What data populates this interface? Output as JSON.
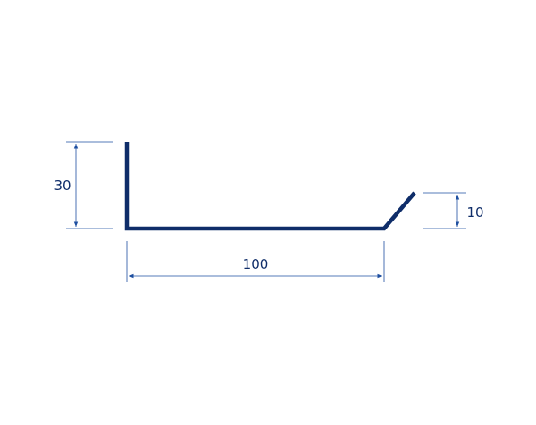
{
  "colors": {
    "profile": "#0f2d69",
    "dimension": "#1e4fa0",
    "text": "#0f2d69"
  },
  "dimensions": {
    "height_left": "30",
    "length_bottom": "100",
    "height_right": "10"
  }
}
